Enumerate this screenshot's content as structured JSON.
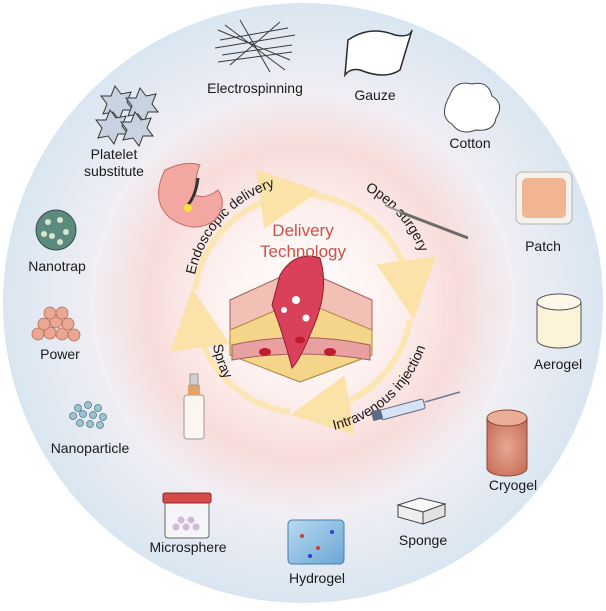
{
  "center": {
    "title_line1": "Delivery",
    "title_line2": "Technology",
    "title_color": "#c8534a"
  },
  "methods": [
    {
      "label": "Endoscopic delivery"
    },
    {
      "label": "Open surgery"
    },
    {
      "label": "Intravenous injection"
    },
    {
      "label": "Spray"
    }
  ],
  "materials": [
    {
      "label": "Electrospinning",
      "icon": "fibers-icon"
    },
    {
      "label": "Gauze",
      "icon": "gauze-icon"
    },
    {
      "label": "Cotton",
      "icon": "cotton-icon"
    },
    {
      "label": "Patch",
      "icon": "patch-icon"
    },
    {
      "label": "Aerogel",
      "icon": "aerogel-icon"
    },
    {
      "label": "Cryogel",
      "icon": "cryogel-icon"
    },
    {
      "label": "Sponge",
      "icon": "sponge-icon"
    },
    {
      "label": "Hydrogel",
      "icon": "hydrogel-icon"
    },
    {
      "label": "Microsphere",
      "icon": "microsphere-jar-icon"
    },
    {
      "label": "Nanoparticle",
      "icon": "nanoparticle-icon"
    },
    {
      "label": "Power",
      "icon": "powder-spheres-icon"
    },
    {
      "label": "Nanotrap",
      "icon": "nanotrap-icon"
    },
    {
      "label": "Platelet substitute",
      "label_line1": "Platelet",
      "label_line2": "substitute",
      "icon": "platelet-icon"
    }
  ],
  "colors": {
    "outer_ring": "#dde9f3",
    "inner_glow": "#f7d9d6",
    "arrow_ring": "#fbe6b4",
    "label_text": "#1a1a1a"
  }
}
